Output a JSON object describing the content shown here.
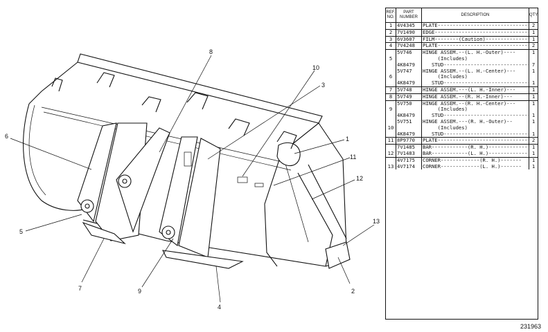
{
  "table": {
    "headers": {
      "ref": "REF.\nNO.",
      "part": "PART\nNUMBER",
      "desc": "DESCRIPTION",
      "qty": "QTY."
    },
    "rows": [
      {
        "ref": "1",
        "part": "4V4345",
        "desc": "PLATE---------------------------------",
        "qty": "2",
        "grp": true
      },
      {
        "ref": "2",
        "part": "7V1490",
        "desc": "EDGE----------------------------------",
        "qty": "1",
        "grp": true
      },
      {
        "ref": "3",
        "part": "6V3607",
        "desc": "FILM--------(Caution)-----------------",
        "qty": "1",
        "grp": true
      },
      {
        "ref": "4",
        "part": "7V4248",
        "desc": "PLATE---------------------------------",
        "qty": "2",
        "grp": true
      },
      {
        "ref": "",
        "part": "5V746",
        "desc": "HINGE ASSEM.--(L. H.-Outer)----",
        "qty": "1",
        "grp": true
      },
      {
        "ref": "5",
        "part": "",
        "desc": "     (Includes)",
        "qty": "",
        "grp": false
      },
      {
        "ref": "",
        "part": "4K8479",
        "desc": "   STUD-----------------------------",
        "qty": "7",
        "grp": false
      },
      {
        "ref": "",
        "part": "5V747",
        "desc": "HINGE ASSEM.--(L. H.-Center)---",
        "qty": "1",
        "grp": false
      },
      {
        "ref": "6",
        "part": "",
        "desc": "     (Includes)",
        "qty": "",
        "grp": false
      },
      {
        "ref": "",
        "part": "4K8479",
        "desc": "   STUD-----------------------------",
        "qty": "1",
        "grp": false
      },
      {
        "ref": "7",
        "part": "5V748",
        "desc": "HINGE ASSEM.---(L. H.-Inner)---",
        "qty": "1",
        "grp": true
      },
      {
        "ref": "8",
        "part": "5V749",
        "desc": "HINGE ASSEM.--(R. H.-Inner)---",
        "qty": "1",
        "grp": true
      },
      {
        "ref": "",
        "part": "5V750",
        "desc": "HINGE ASSEM.--(R. H.-Center)---",
        "qty": "1",
        "grp": true
      },
      {
        "ref": "9",
        "part": "",
        "desc": "     (Includes)",
        "qty": "",
        "grp": false
      },
      {
        "ref": "",
        "part": "4K8479",
        "desc": "   STUD-----------------------------",
        "qty": "1",
        "grp": false
      },
      {
        "ref": "",
        "part": "5V751",
        "desc": "HINGE ASSEM.---(R. H.-Outer)--",
        "qty": "1",
        "grp": false
      },
      {
        "ref": "10",
        "part": "",
        "desc": "     (Includes)",
        "qty": "",
        "grp": false
      },
      {
        "ref": "",
        "part": "4K8479",
        "desc": "   STUD-----------------------------",
        "qty": "1",
        "grp": false
      },
      {
        "ref": "11",
        "part": "8P9770",
        "desc": "PLATE---------------------------------",
        "qty": "2",
        "grp": true
      },
      {
        "ref": "",
        "part": "7V1485",
        "desc": "BAR------------(R. H.)-------------",
        "qty": "1",
        "grp": true
      },
      {
        "ref": "12",
        "part": "7V1483",
        "desc": "BAR------------(L. H.)-------------",
        "qty": "1",
        "grp": false
      },
      {
        "ref": "",
        "part": "4V7175",
        "desc": "CORNER-------------(R. H.)-------",
        "qty": "1",
        "grp": true
      },
      {
        "ref": "13",
        "part": "4V7174",
        "desc": "CORNER-------------(L. H.)-------",
        "qty": "1",
        "grp": false
      }
    ]
  },
  "callouts": [
    "1",
    "2",
    "3",
    "4",
    "5",
    "6",
    "7",
    "8",
    "9",
    "10",
    "11",
    "12",
    "13"
  ],
  "figure_number": "231963"
}
